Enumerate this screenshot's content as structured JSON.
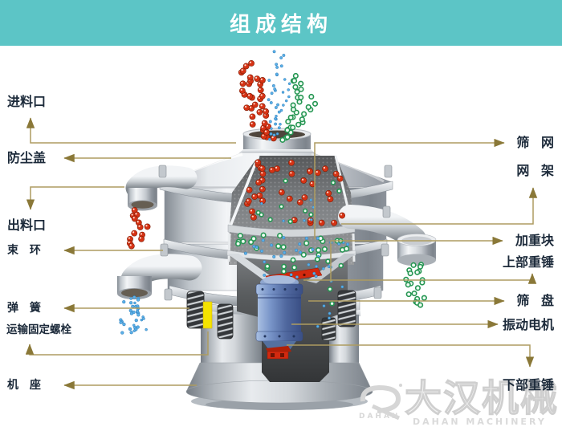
{
  "header": {
    "title": "组成结构"
  },
  "labels": {
    "left": [
      {
        "id": "feed-inlet",
        "text": "进料口"
      },
      {
        "id": "dust-cover",
        "text": "防尘盖"
      },
      {
        "id": "discharge-outlet",
        "text": "出料口"
      },
      {
        "id": "clamp-ring",
        "text": "束 环"
      },
      {
        "id": "spring",
        "text": "弹 簧"
      },
      {
        "id": "transport-fixing-bolt",
        "text": "运输固定螺栓"
      },
      {
        "id": "machine-base",
        "text": "机 座"
      }
    ],
    "right": [
      {
        "id": "screen-mesh",
        "text": "筛 网"
      },
      {
        "id": "mesh-frame",
        "text": "网 架"
      },
      {
        "id": "weight-block",
        "text": "加重块"
      },
      {
        "id": "upper-weight",
        "text": "上部重锤"
      },
      {
        "id": "sieve-pan",
        "text": "筛 盘"
      },
      {
        "id": "vibration-motor",
        "text": "振动电机"
      },
      {
        "id": "lower-weight",
        "text": "下部重锤"
      }
    ]
  },
  "watermark": {
    "cn": "大汉机械",
    "en": "DAHAN MACHINERY",
    "logo_text": "DAHAN"
  },
  "colors": {
    "header_bg": "#5cc5c6",
    "line": "#ad9c60",
    "arrow": "#8a7838",
    "label_text": "#1c2a3a",
    "particle_red": "#d63315",
    "particle_green": "#259552",
    "particle_blue": "#5ab0e8",
    "highlight_yellow": "#f4e300",
    "motor_blue": "#50689f"
  }
}
